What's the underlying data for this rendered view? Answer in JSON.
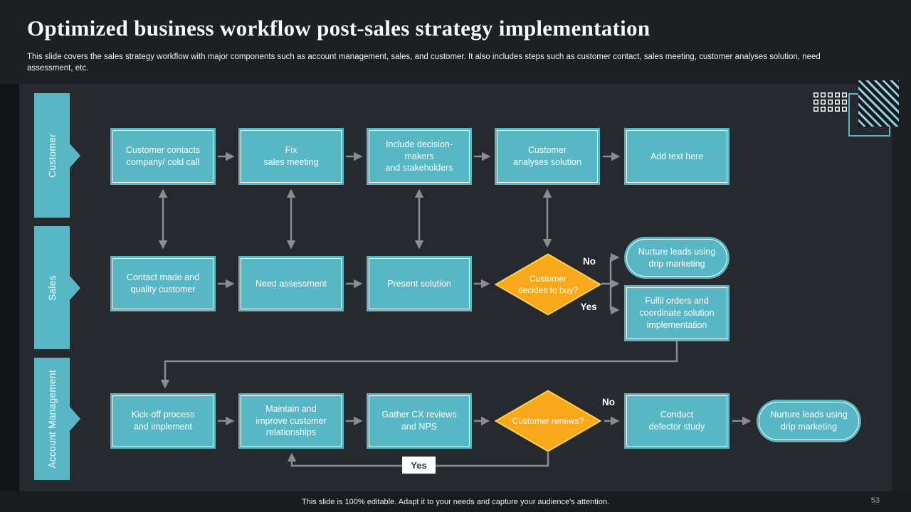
{
  "slide": {
    "title": "Optimized business workflow post-sales strategy implementation",
    "description": "This slide covers the sales strategy workflow with major components such as account management, sales, and customer. It also includes steps such as customer contact, sales meeting, customer analyses solution, need assessment, etc.",
    "footer_note": "This slide is 100% editable. Adapt it to your needs and capture your audience's attention.",
    "page_number": "53"
  },
  "lanes": [
    {
      "label": "Customer"
    },
    {
      "label": "Sales"
    },
    {
      "label": "Account Management"
    }
  ],
  "nodes": {
    "contact_cold_call": {
      "label": "Customer contacts\ncompany/ cold call"
    },
    "fix_sales_meeting": {
      "label": "Fix\nsales meeting"
    },
    "include_decision_makers": {
      "label": "Include decision-\nmakers\nand stakeholders"
    },
    "customer_analyses_solution": {
      "label": "Customer\nanalyses solution"
    },
    "add_text_here": {
      "label": "Add text here"
    },
    "contact_made": {
      "label": "Contact made and\nquality customer"
    },
    "need_assessment": {
      "label": "Need assessment"
    },
    "present_solution": {
      "label": "Present solution"
    },
    "customer_decides_to_buy": {
      "label": "Customer\ndecides to buy?"
    },
    "nurture_leads_top": {
      "label": "Nurture leads using\ndrip marketing"
    },
    "fulfil_orders": {
      "label": "Fulfil orders and\ncoordinate solution\nimplementation"
    },
    "kick_off": {
      "label": "Kick-off process\nand implement"
    },
    "maintain_relationships": {
      "label": "Maintain and\nimprove customer\nrelationships"
    },
    "gather_cx": {
      "label": "Gather CX reviews\nand NPS"
    },
    "customer_renews": {
      "label": "Customer renews?"
    },
    "conduct_defector_study": {
      "label": "Conduct\ndefector study"
    },
    "nurture_leads_bottom": {
      "label": "Nurture leads using\ndrip marketing"
    }
  },
  "branch_labels": {
    "decides_no": "No",
    "decides_yes": "Yes",
    "renews_no": "No",
    "renews_yes": "Yes"
  },
  "colors": {
    "teal": "#57b7c4",
    "amber": "#f9a81b",
    "amber_border": "#ffd24d",
    "arrow": "#8a8c8f"
  }
}
